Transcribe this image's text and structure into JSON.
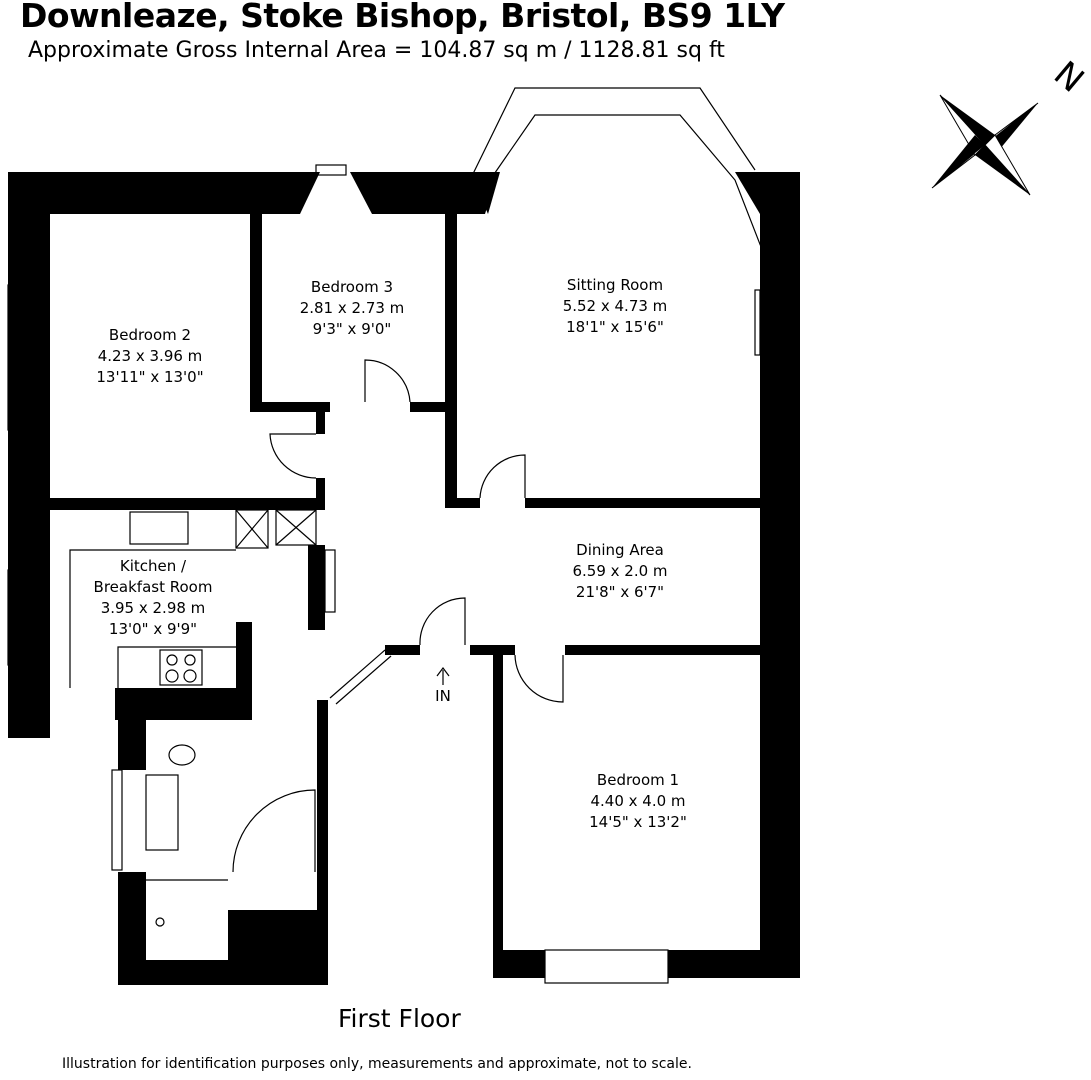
{
  "header": {
    "title": "Downleaze, Stoke Bishop, Bristol, BS9 1LY",
    "subtitle": "Approximate Gross Internal Area = 104.87 sq m / 1128.81 sq ft"
  },
  "compass": {
    "label": "N",
    "icon": "compass-star-icon"
  },
  "rooms": [
    {
      "name": "Bedroom 2",
      "metric": "4.23 x 3.96 m",
      "imperial": "13'11\" x 13'0\""
    },
    {
      "name": "Bedroom 3",
      "metric": "2.81 x 2.73 m",
      "imperial": "9'3\" x 9'0\""
    },
    {
      "name": "Sitting Room",
      "metric": "5.52 x 4.73 m",
      "imperial": "18'1\" x 15'6\""
    },
    {
      "name": "Dining Area",
      "metric": "6.59 x 2.0 m",
      "imperial": "21'8\" x 6'7\""
    },
    {
      "name": "Kitchen /",
      "name2": "Breakfast Room",
      "metric": "3.95 x 2.98 m",
      "imperial": "13'0\" x 9'9\""
    },
    {
      "name": "Bedroom 1",
      "metric": "4.40 x 4.0 m",
      "imperial": "14'5\" x 13'2\""
    }
  ],
  "entrance_label": "IN",
  "floor_label": "First Floor",
  "disclaimer": "Illustration for identification purposes only, measurements and approximate, not to scale."
}
